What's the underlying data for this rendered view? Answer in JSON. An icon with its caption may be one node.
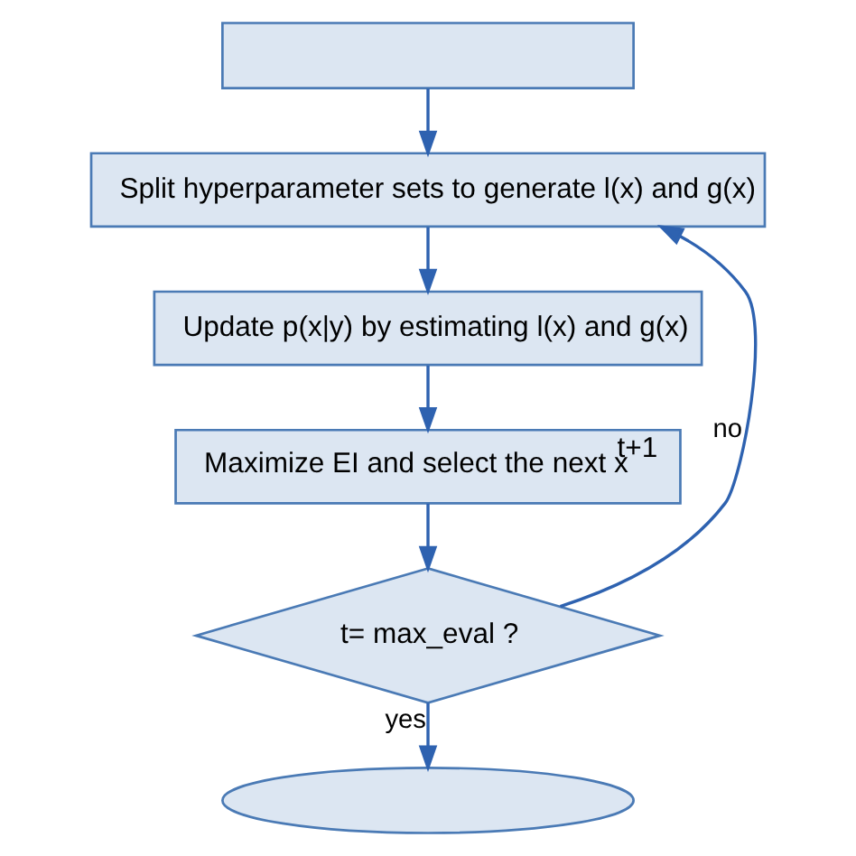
{
  "diagram": {
    "nodes": [
      {
        "text": [],
        "shape": "box"
      },
      {
        "text": [
          "Split hyperparameter sets to generate l(x) and g(x)"
        ]
      },
      {
        "text": [
          "Update p(x|y) by estimating l(x) and g(x)"
        ]
      },
      {
        "text": [
          "Maximize EI and select the next x$^{t+1}$"
        ]
      },
      {
        "text": [
          "t= max_eval ?"
        ]
      },
      {
        "text": [],
        "shape": "ellipse"
      }
    ],
    "edges": [
      {
        "from": 0,
        "to": 1,
        "arrow": "to"
      },
      {
        "from": 1,
        "to": 2,
        "arrow": "to"
      },
      {
        "from": 2,
        "to": 3,
        "arrow": "to"
      },
      {
        "from": 3,
        "to": 4,
        "arrow": "to"
      },
      {
        "from": 4,
        "to": 1,
        "arrow": "to",
        "label": "no"
      },
      {
        "from": 4,
        "to": 5,
        "arrow": "to",
        "label": "yes"
      }
    ]
  }
}
